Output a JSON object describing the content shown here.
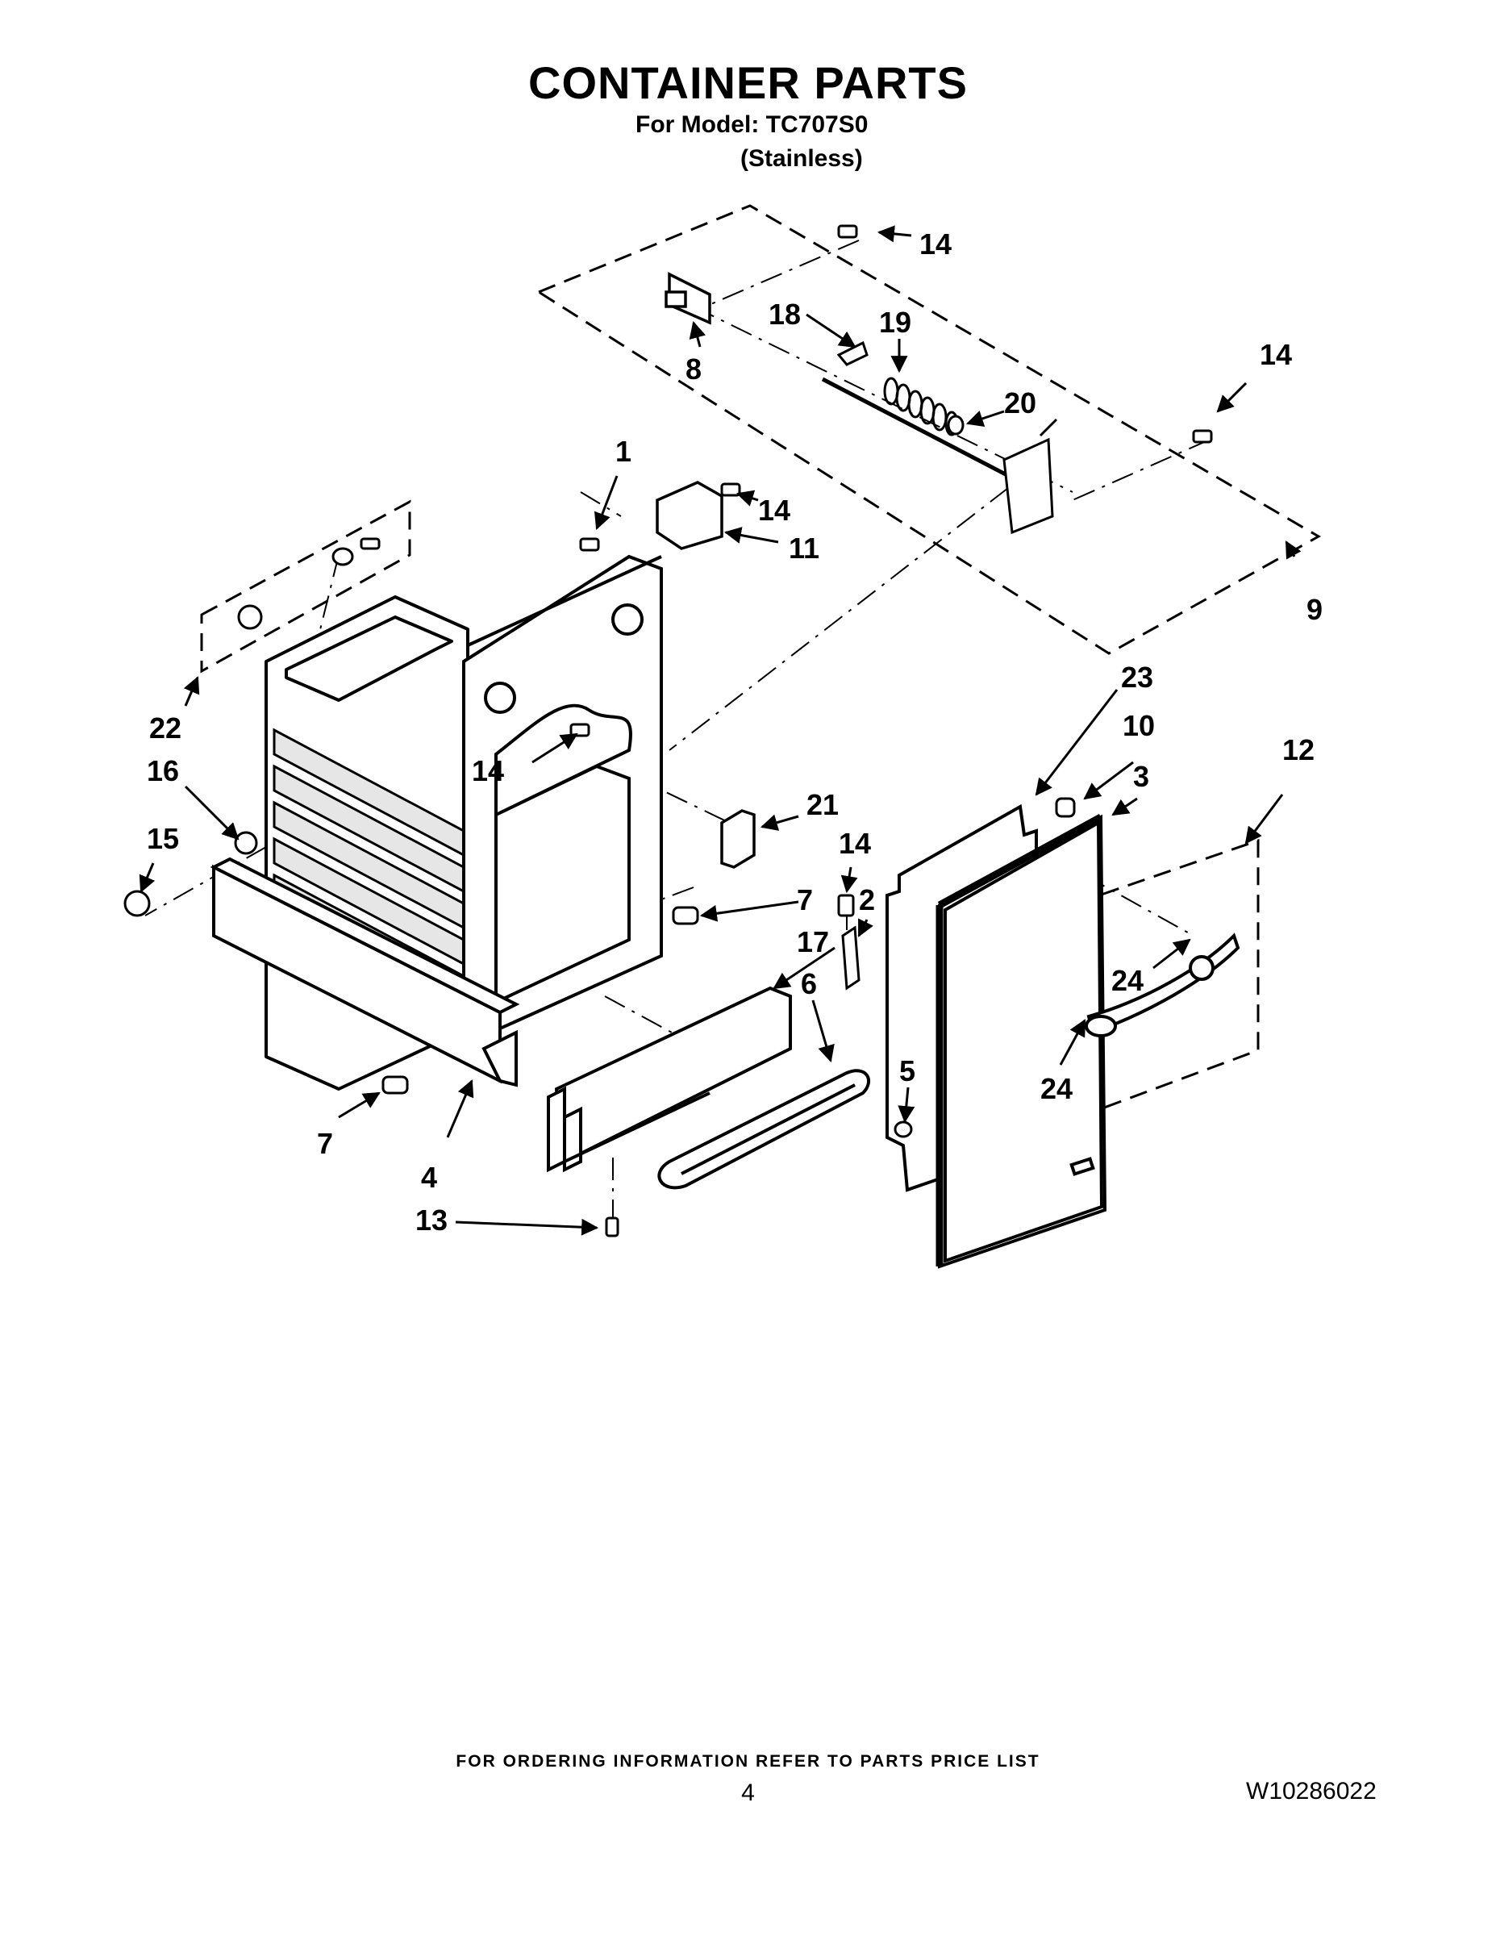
{
  "header": {
    "title": "CONTAINER PARTS",
    "model_line": "For Model: TC707S0",
    "variant": "(Stainless)"
  },
  "callouts": [
    {
      "id": "c14a",
      "label": "14"
    },
    {
      "id": "c18",
      "label": "18"
    },
    {
      "id": "c19",
      "label": "19"
    },
    {
      "id": "c8",
      "label": "8"
    },
    {
      "id": "c14b",
      "label": "14"
    },
    {
      "id": "c20",
      "label": "20"
    },
    {
      "id": "c1",
      "label": "1"
    },
    {
      "id": "c14c",
      "label": "14"
    },
    {
      "id": "c11",
      "label": "11"
    },
    {
      "id": "c9",
      "label": "9"
    },
    {
      "id": "c22",
      "label": "22"
    },
    {
      "id": "c23",
      "label": "23"
    },
    {
      "id": "c10",
      "label": "10"
    },
    {
      "id": "c3",
      "label": "3"
    },
    {
      "id": "c12",
      "label": "12"
    },
    {
      "id": "c14d",
      "label": "14"
    },
    {
      "id": "c16",
      "label": "16"
    },
    {
      "id": "c21",
      "label": "21"
    },
    {
      "id": "c15",
      "label": "15"
    },
    {
      "id": "c14e",
      "label": "14"
    },
    {
      "id": "c7a",
      "label": "7"
    },
    {
      "id": "c2",
      "label": "2"
    },
    {
      "id": "c17",
      "label": "17"
    },
    {
      "id": "c6",
      "label": "6"
    },
    {
      "id": "c24a",
      "label": "24"
    },
    {
      "id": "c24b",
      "label": "24"
    },
    {
      "id": "c5",
      "label": "5"
    },
    {
      "id": "c7b",
      "label": "7"
    },
    {
      "id": "c4",
      "label": "4"
    },
    {
      "id": "c13",
      "label": "13"
    }
  ],
  "footer": {
    "ordering_note": "FOR ORDERING INFORMATION REFER TO PARTS PRICE LIST",
    "page_number": "4",
    "document_number": "W10286022"
  }
}
